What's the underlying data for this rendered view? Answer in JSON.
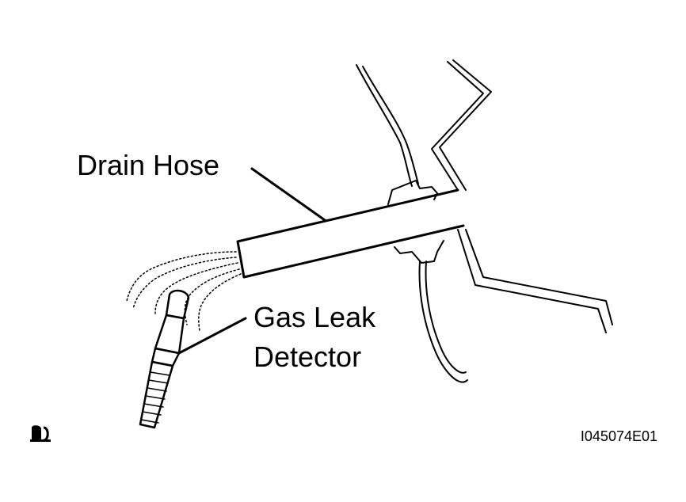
{
  "labels": {
    "drain_hose": "Drain Hose",
    "gas_leak_detector_line1": "Gas Leak",
    "gas_leak_detector_line2": "Detector",
    "figure_code": "I045074E01"
  },
  "icons": {
    "corner_symbol": "refrigerant-symbol-icon"
  },
  "colors": {
    "line": "#000000",
    "background": "#ffffff"
  }
}
